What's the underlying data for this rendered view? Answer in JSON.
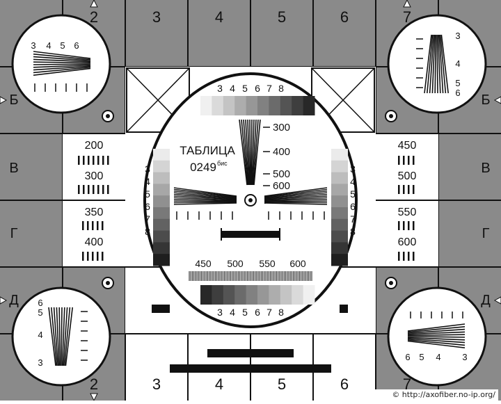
{
  "grid": {
    "top_columns": [
      "2",
      "3",
      "4",
      "5",
      "6",
      "7"
    ],
    "bottom_columns": [
      "2",
      "3",
      "4",
      "5",
      "6",
      "7"
    ],
    "row_letters": [
      "Б",
      "В",
      "Г",
      "Д"
    ]
  },
  "title": {
    "line1": "ТАБЛИЦА",
    "line2": "0249",
    "suffix": "бис"
  },
  "gray_scale_labels": [
    "3",
    "4",
    "5",
    "6",
    "7",
    "8"
  ],
  "side_scale_labels": [
    "3",
    "4",
    "5",
    "6",
    "7",
    "8"
  ],
  "vertical_wedge_labels": [
    "300",
    "400",
    "500",
    "600"
  ],
  "horizontal_res_labels": [
    "450",
    "500",
    "550",
    "600"
  ],
  "left_panels": {
    "upper": [
      "200",
      "300"
    ],
    "lower": [
      "350",
      "400"
    ]
  },
  "right_panels": {
    "upper": [
      "450",
      "500"
    ],
    "lower": [
      "550",
      "600"
    ]
  },
  "corner_labels": {
    "top_left": [
      "3",
      "4",
      "5",
      "6"
    ],
    "top_right": [
      "3",
      "4",
      "5",
      "6"
    ],
    "bottom_left": [
      "6",
      "5",
      "4",
      "3"
    ],
    "bottom_right": [
      "6",
      "5",
      "4",
      "3"
    ]
  },
  "credit": "© http://axofiber.no-ip.org/",
  "colors": {
    "gray": "#8a8a8a",
    "black": "#111111",
    "white": "#ffffff"
  }
}
